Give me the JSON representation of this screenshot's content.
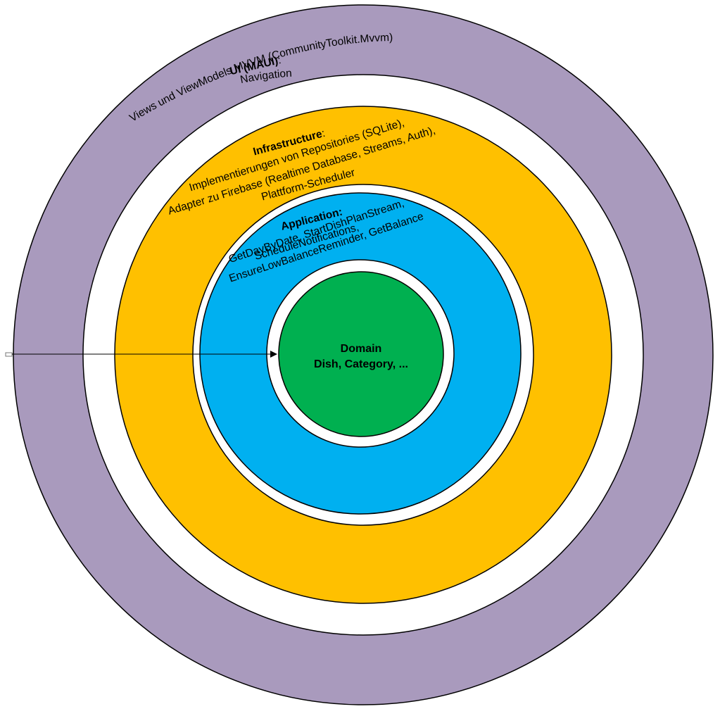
{
  "layers": {
    "ui": {
      "title": "UI (MAUI)",
      "title_suffix": ":",
      "lines": [
        "Views und ViewModels MVVM (CommunityToolkit.Mvvm),",
        "Navigation"
      ],
      "color": "#A99ABD"
    },
    "infrastructure": {
      "title": "Infrastructure",
      "title_suffix": ":",
      "lines": [
        "Implementierungen von Repositories (SQLite),",
        "Adapter zu Firebase (Realtime Database, Streams, Auth),",
        "Plattform-Scheduler"
      ],
      "color": "#FFC000"
    },
    "application": {
      "title": "Application:",
      "lines": [
        "GetDayByDate, StartDishPlanStream,",
        "ScheduleNotifications,",
        "EnsureLowBalanceReminder, GetBalance"
      ],
      "color": "#00B0F0"
    },
    "domain": {
      "title": "Domain",
      "subtitle": "Dish, Category, ...",
      "color": "#00B050"
    }
  }
}
